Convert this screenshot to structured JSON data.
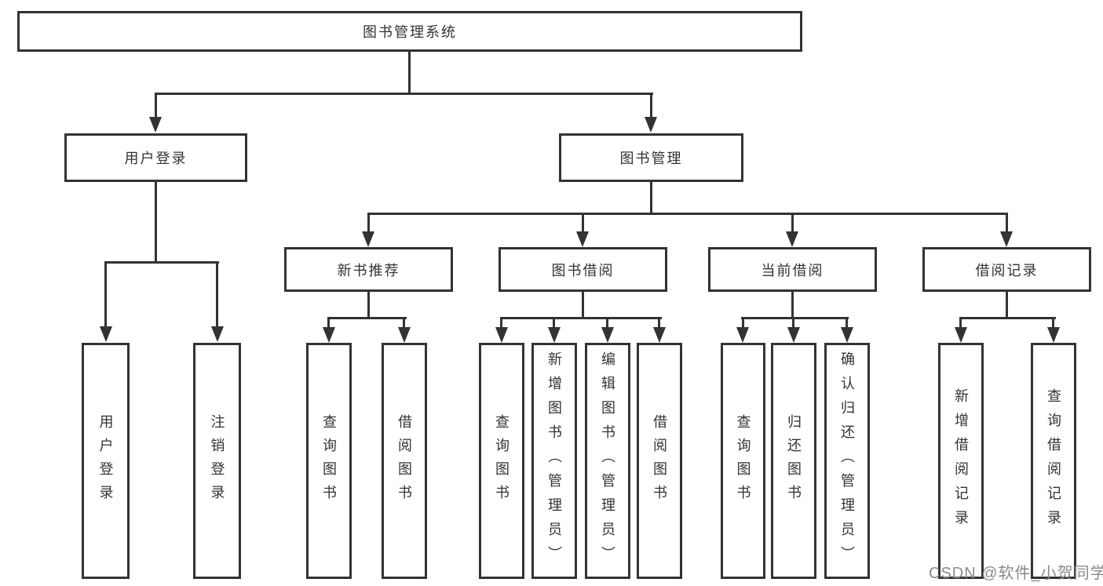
{
  "diagram": {
    "tree": {
      "label": "图书管理系统",
      "children": [
        {
          "label": "用户登录",
          "children": [
            {
              "label": "用户登录"
            },
            {
              "label": "注销登录"
            }
          ]
        },
        {
          "label": "图书管理",
          "children": [
            {
              "label": "新书推荐",
              "children": [
                {
                  "label": "查询图书"
                },
                {
                  "label": "借阅图书"
                }
              ]
            },
            {
              "label": "图书借阅",
              "children": [
                {
                  "label": "查询图书"
                },
                {
                  "label": "新增图书（管理员）"
                },
                {
                  "label": "编辑图书（管理员）"
                },
                {
                  "label": "借阅图书"
                }
              ]
            },
            {
              "label": "当前借阅",
              "children": [
                {
                  "label": "查询图书"
                },
                {
                  "label": "归还图书"
                },
                {
                  "label": "确认归还（管理员）"
                }
              ]
            },
            {
              "label": "借阅记录",
              "children": [
                {
                  "label": "新增借阅记录"
                },
                {
                  "label": "查询借阅记录"
                }
              ]
            }
          ]
        }
      ]
    }
  },
  "watermark": {
    "text": "CSDN @软件_小贺同学"
  },
  "colors": {
    "line": "#333333",
    "text": "#333333",
    "background": "#ffffff",
    "watermark": "#8a8a8a"
  }
}
